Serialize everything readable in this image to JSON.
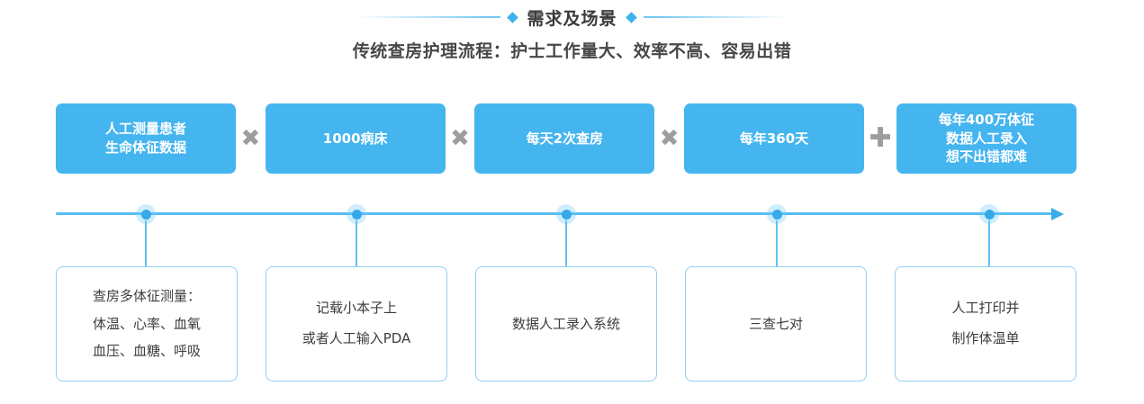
{
  "header": {
    "section_title": "需求及场景",
    "left_rule_icon": "gradient-rule",
    "right_rule_icon": "gradient-rule",
    "left_diamond_icon": "diamond-marker",
    "right_diamond_icon": "diamond-marker",
    "subtitle": "传统查房护理流程：护士工作量大、效率不高、容易出错"
  },
  "theme": {
    "box_blue": "#45b5ef",
    "line_blue": "#58bdf2",
    "card_border": "#8fd0f2",
    "operator_gray": "#9d9d9d",
    "title_text": "#3b3b3b",
    "body_text": "#3c3c3c"
  },
  "formula": {
    "boxes": [
      {
        "lines": [
          "人工测量患者",
          "生命体征数据"
        ]
      },
      {
        "lines": [
          "1000病床"
        ]
      },
      {
        "lines": [
          "每天2次查房"
        ]
      },
      {
        "lines": [
          "每年360天"
        ]
      },
      {
        "lines": [
          "每年400万体征",
          "数据人工录入",
          "想不出错都难"
        ]
      }
    ],
    "operators": [
      {
        "symbol": "✖",
        "name": "multiply"
      },
      {
        "symbol": "✖",
        "name": "multiply"
      },
      {
        "symbol": "✖",
        "name": "multiply"
      },
      {
        "symbol": "✚",
        "name": "plus"
      }
    ]
  },
  "timeline": {
    "arrow_icon": "arrow-right",
    "dot_icon": "timeline-dot",
    "dots": 5
  },
  "steps": [
    {
      "lines": [
        "查房多体征测量：",
        "体温、心率、血氧",
        "血压、血糖、呼吸"
      ]
    },
    {
      "lines": [
        "记载小本子上",
        "或者人工输入PDA"
      ]
    },
    {
      "lines": [
        "数据人工录入系统"
      ]
    },
    {
      "lines": [
        "三查七对"
      ]
    },
    {
      "lines": [
        "人工打印并",
        "制作体温单"
      ]
    }
  ]
}
